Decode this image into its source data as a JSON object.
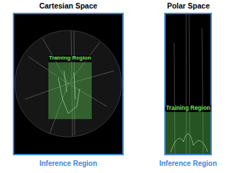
{
  "diagram": {
    "nodes": [
      {
        "text": [
          "Inference Region"
        ]
      },
      {
        "text": [
          "Training Region"
        ],
        "in": 0
      },
      {
        "text": [
          "Inference Region"
        ]
      },
      {
        "text": [
          "Training Region"
        ],
        "in": 2
      }
    ],
    "labels": [
      "Cartesian Space",
      "Polar Space"
    ]
  }
}
